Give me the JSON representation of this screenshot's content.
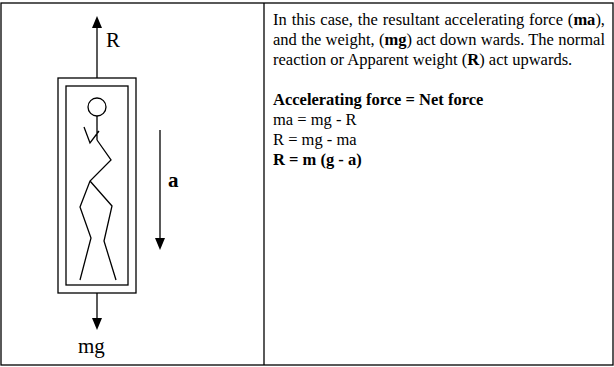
{
  "diagram": {
    "nodes": [
      {
        "text": [
          "In this case, the resultant accelerating force (ma), and the weight, (mg) act down wards. The normal reaction or Apparent weight (R) act upwards.",
          "Accelerating force = Net force",
          "ma = mg - R",
          "R = mg - ma",
          "R = m (g - a)"
        ]
      }
    ],
    "labels": [
      "R",
      "a",
      "mg"
    ]
  }
}
